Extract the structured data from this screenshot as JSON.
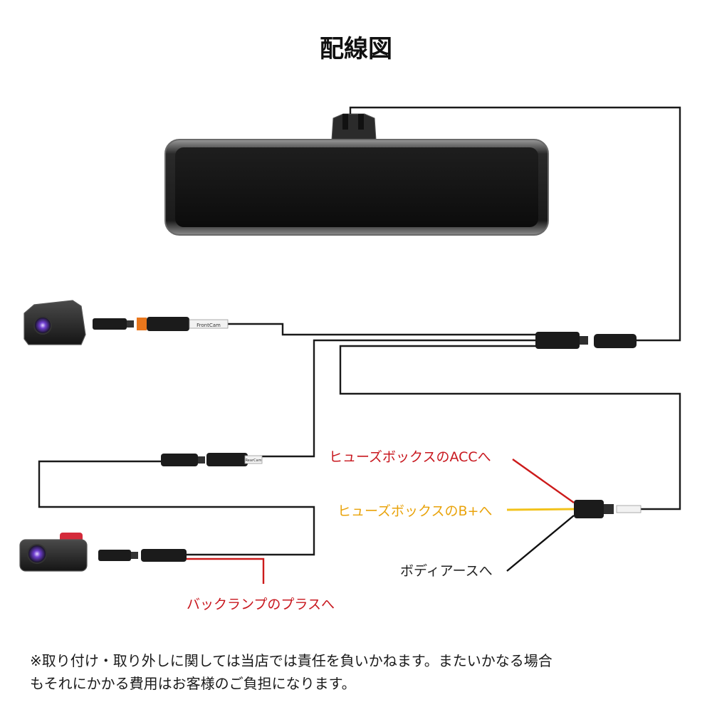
{
  "title": "配線図",
  "labels": {
    "acc": "ヒューズボックスのACCへ",
    "bplus": "ヒューズボックスのB+へ",
    "ground": "ボディアースへ",
    "backlamp": "バックランプのプラスへ"
  },
  "cable_tags": {
    "front": "FrontCam",
    "rear": "RearCam"
  },
  "note": {
    "line1": "※取り付け・取り外しに関しては当店では責任を負いかねます。またいかなる場合",
    "line2": "もそれにかかる費用はお客様のご負担になります。"
  },
  "colors": {
    "acc_wire": "#cc1a1a",
    "bplus_wire": "#f2c21b",
    "ground_wire": "#111111",
    "backlamp_wire": "#cc1a1a",
    "acc_text": "#c8171e",
    "bplus_text": "#e9a30b",
    "ground_text": "#222222",
    "backlamp_text": "#c8171e",
    "front_connector": "#e8761c",
    "rear_cam_accent": "#d42a3a"
  }
}
